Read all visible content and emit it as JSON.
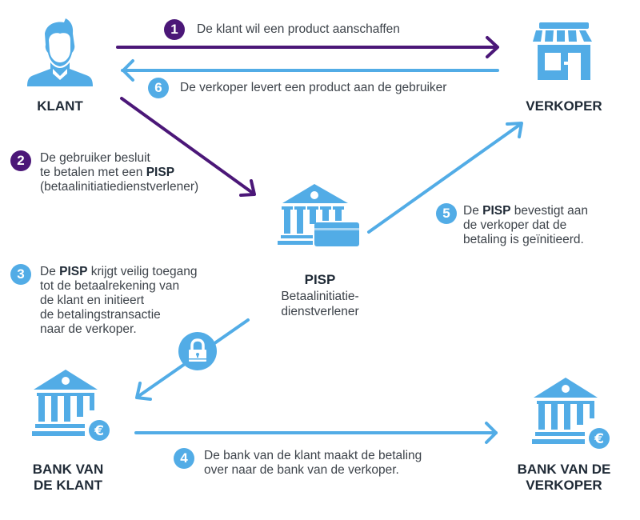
{
  "colors": {
    "purple": "#4b1778",
    "blue": "#52ace6",
    "text": "#3d434a",
    "label": "#1f2a36"
  },
  "actors": {
    "klant": {
      "label": "KLANT",
      "icon": "user-icon"
    },
    "verkoper": {
      "label": "VERKOPER",
      "icon": "shop-icon"
    },
    "pisp": {
      "title": "PISP",
      "subtitle_line1": "Betaalinitiatie-",
      "subtitle_line2": "dienstverlener",
      "icon": "bank-card-icon"
    },
    "bank_klant": {
      "label_line1": "BANK VAN",
      "label_line2": "DE KLANT",
      "icon": "bank-euro-icon"
    },
    "bank_verkoper": {
      "label_line1": "BANK VAN DE",
      "label_line2": "VERKOPER",
      "icon": "bank-euro-icon"
    }
  },
  "steps": [
    {
      "number": "1",
      "color": "purple",
      "lines": [
        "De klant wil een product aanschaffen"
      ]
    },
    {
      "number": "2",
      "color": "purple",
      "line1": "De gebruiker besluit",
      "line2_pre": "te betalen met een ",
      "line2_bold": "PISP",
      "line3": "(betaalinitiatiedienstverlener)"
    },
    {
      "number": "3",
      "color": "blue",
      "line1_pre": "De ",
      "line1_bold": "PISP",
      "line1_post": " krijgt veilig toegang",
      "line2": "tot de betaalrekening van",
      "line3": "de klant en initieert",
      "line4": "de betalingstransactie",
      "line5": "naar de verkoper."
    },
    {
      "number": "4",
      "color": "blue",
      "line1": "De bank van de klant maakt de betaling",
      "line2": "over naar de bank van de verkoper."
    },
    {
      "number": "5",
      "color": "blue",
      "line1_pre": "De ",
      "line1_bold": "PISP",
      "line1_post": " bevestigt aan",
      "line2": "de verkoper dat de",
      "line3": "betaling is geïnitieerd."
    },
    {
      "number": "6",
      "color": "blue",
      "lines": [
        "De verkoper levert een product aan de gebruiker"
      ]
    }
  ],
  "lock": {
    "icon": "lock-icon"
  }
}
